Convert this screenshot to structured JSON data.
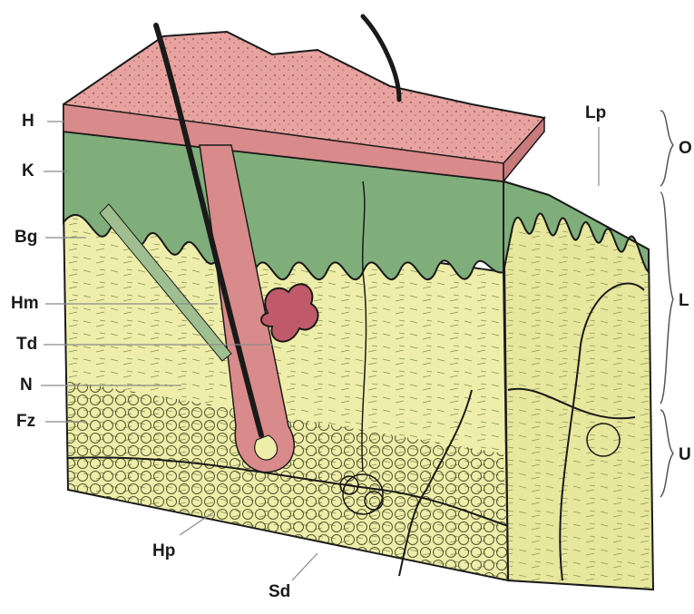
{
  "labels": {
    "H": "H",
    "K": "K",
    "Bg": "Bg",
    "Hm": "Hm",
    "Td": "Td",
    "N": "N",
    "Fz": "Fz",
    "Hp": "Hp",
    "Sd": "Sd",
    "Lp": "Lp",
    "O": "O",
    "L": "L",
    "U": "U"
  },
  "colors": {
    "epidermis_top": "#e8a3a0",
    "epidermis_side": "#d98a8a",
    "basal_green": "#7fae7a",
    "dermis_yellow": "#eeeeaa",
    "fat_yellow": "#e4e49a",
    "outline": "#1a1a1a",
    "leader": "#8a8a8a"
  }
}
